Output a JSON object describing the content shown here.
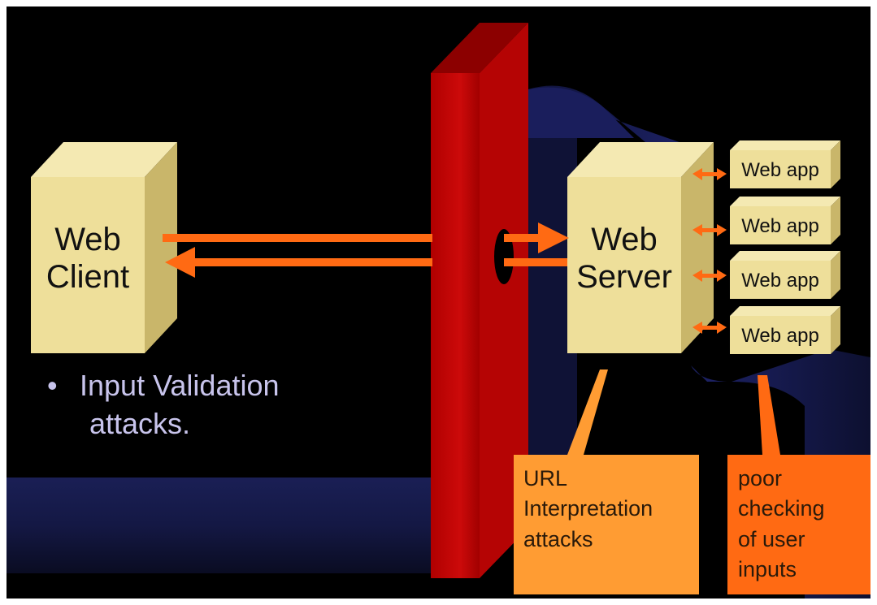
{
  "diagram": {
    "client": {
      "label_line1": "Web",
      "label_line2": "Client"
    },
    "server": {
      "label_line1": "Web",
      "label_line2": "Server"
    },
    "web_apps": [
      "Web app",
      "Web app",
      "Web app",
      "Web app"
    ],
    "bullet_text_line1": "Input Validation",
    "bullet_text_line2": "attacks.",
    "callouts": {
      "url": "URL\nInterpretation\nattacks",
      "poor": "poor\nchecking\nof user\ninputs"
    },
    "colors": {
      "background": "#000000",
      "box_front": "#eedf9a",
      "box_top": "#f4e9b2",
      "box_side": "#c9b66a",
      "firewall": "#a30000",
      "arrow": "#ff6a13",
      "callout_url": "#ff9c33",
      "callout_poor": "#ff6a13",
      "bullet_text": "#c8c4ec"
    }
  }
}
